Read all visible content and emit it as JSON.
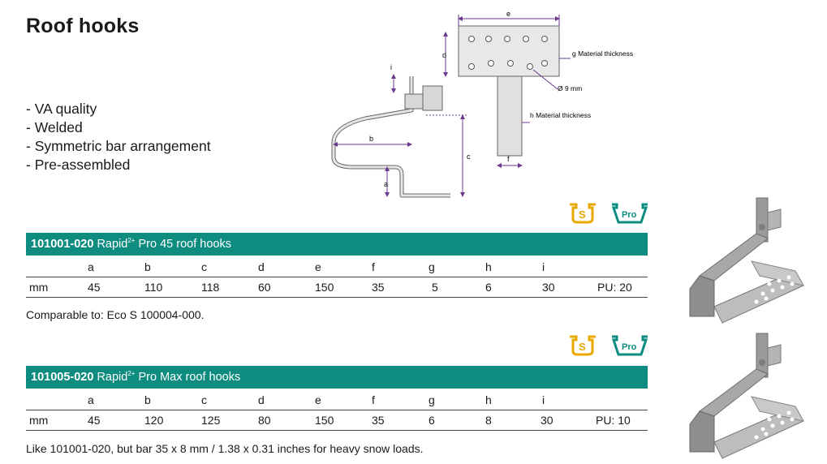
{
  "title": "Roof hooks",
  "features": [
    "- VA quality",
    "- Welded",
    "- Symmetric bar arrangement",
    "- Pre-assembled"
  ],
  "drawing": {
    "labels": {
      "a": "a",
      "b": "b",
      "c": "c",
      "d": "d",
      "e": "e",
      "f": "f",
      "i": "i"
    },
    "g_note": "g  Material  thickness",
    "h_note": "h  Material  thickness",
    "hole_note": "Ø  9  mm"
  },
  "badges": {
    "snow": "S",
    "pro": "Pro"
  },
  "products": [
    {
      "code": "101001-020",
      "name_pre": "Rapid",
      "name_sup": "2+",
      "name_post": " Pro 45 roof hooks",
      "headers": [
        "a",
        "b",
        "c",
        "d",
        "e",
        "f",
        "g",
        "h",
        "i"
      ],
      "unit": "mm",
      "values": [
        "45",
        "110",
        "118",
        "60",
        "150",
        "35",
        "5",
        "6",
        "30"
      ],
      "pu": "PU: 20",
      "note": "Comparable to: Eco S 100004-000."
    },
    {
      "code": "101005-020",
      "name_pre": "Rapid",
      "name_sup": "2+",
      "name_post": " Pro Max roof hooks",
      "headers": [
        "a",
        "b",
        "c",
        "d",
        "e",
        "f",
        "g",
        "h",
        "i"
      ],
      "unit": "mm",
      "values": [
        "45",
        "120",
        "125",
        "80",
        "150",
        "35",
        "6",
        "8",
        "30"
      ],
      "pu": "PU: 10",
      "note": "Like 101001-020, but bar 35 x 8 mm / 1.38 x 0.31 inches for heavy snow loads."
    }
  ],
  "colors": {
    "teal": "#0e8c80",
    "snow_badge": "#e8a800",
    "pro_badge": "#0e8c80",
    "dimension": "#6b3a8c"
  }
}
